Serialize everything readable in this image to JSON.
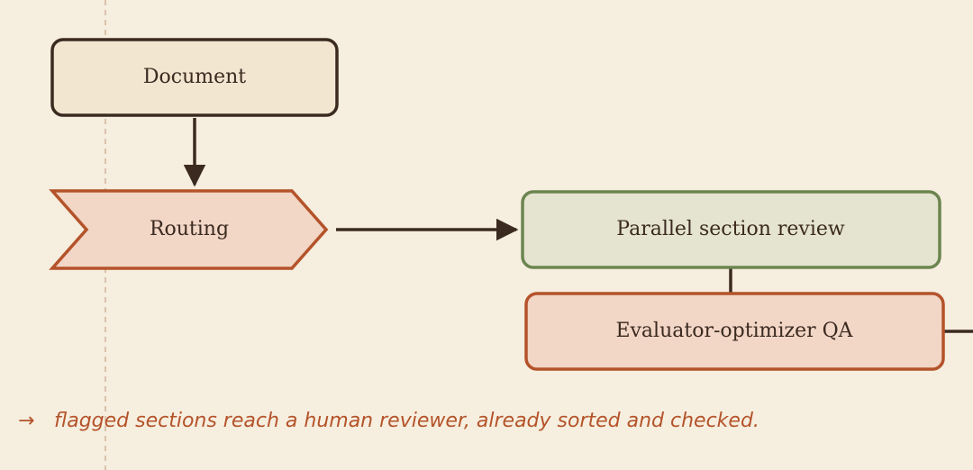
{
  "nodes": {
    "document": {
      "label": "Document"
    },
    "routing": {
      "label": "Routing"
    },
    "parallel": {
      "label": "Parallel section review"
    },
    "evaluator": {
      "label": "Evaluator-optimizer QA"
    }
  },
  "note": {
    "arrow": "→",
    "text": "flagged sections reach a human reviewer, already sorted and checked."
  },
  "colors": {
    "background": "#f6eedf",
    "ink": "#3b2a20",
    "accent": "#b4532a",
    "green": "#6c8550"
  }
}
